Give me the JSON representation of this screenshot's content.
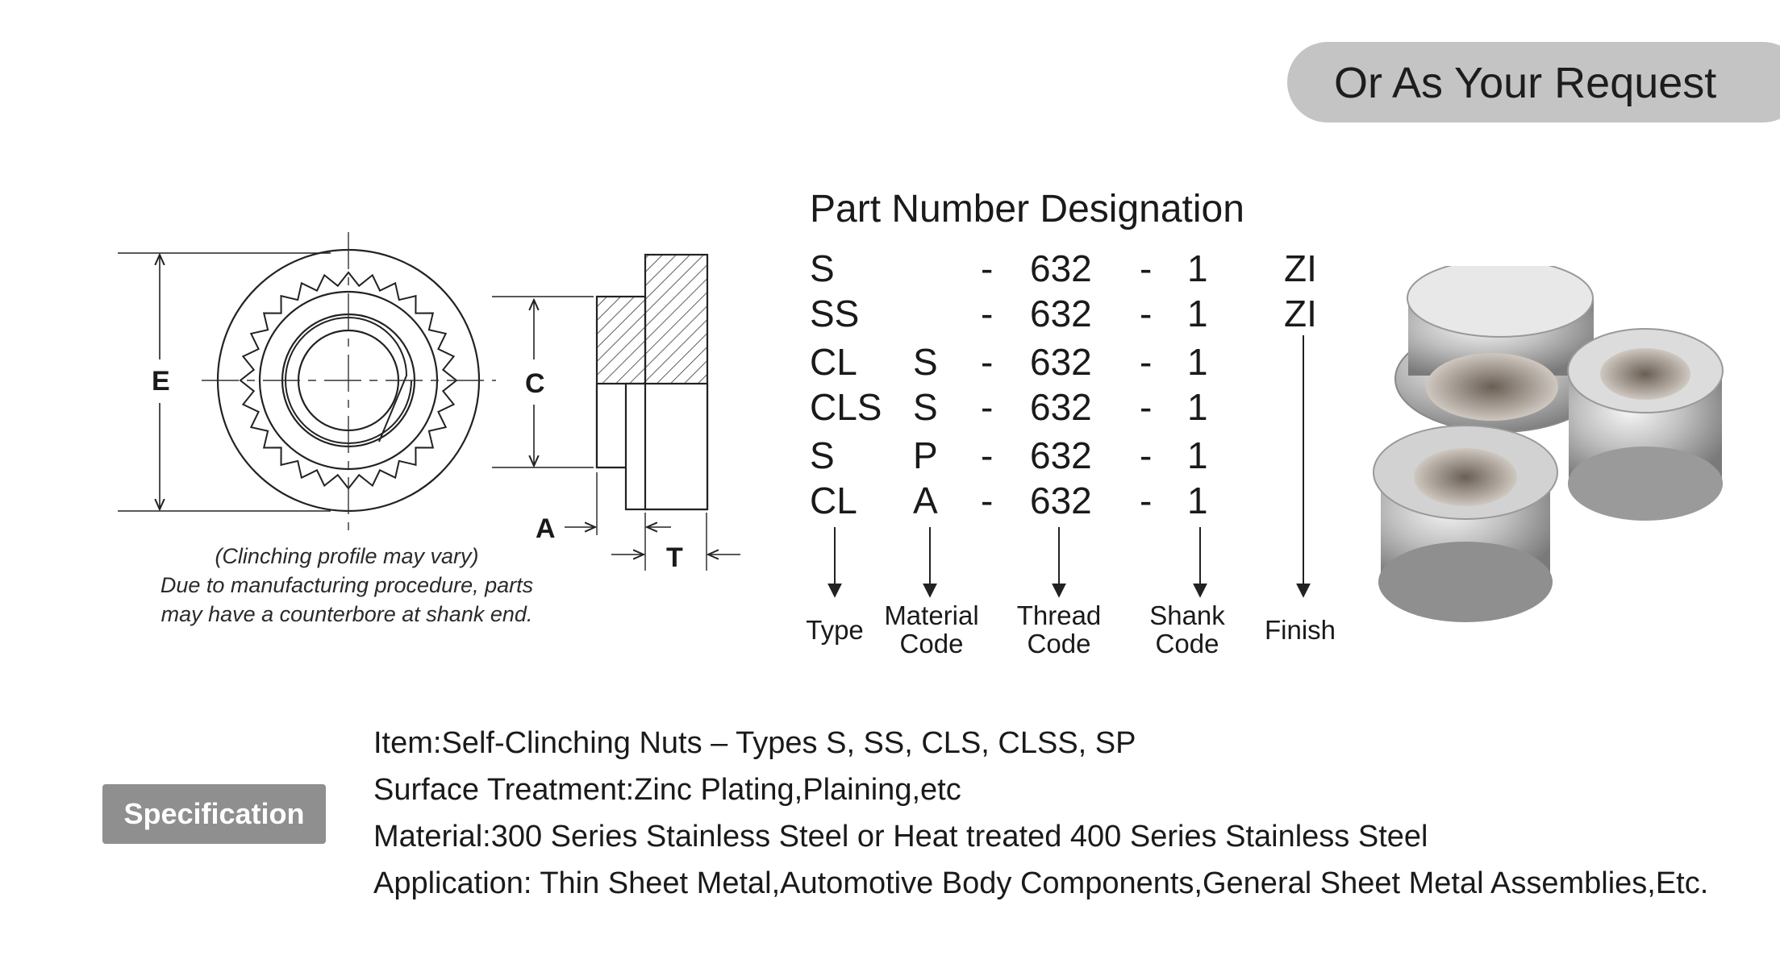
{
  "header": {
    "request_label": "Or As Your Request"
  },
  "drawing": {
    "dimension_labels": {
      "e": "E",
      "c": "C",
      "a": "A",
      "t": "T"
    },
    "note_lines": [
      "(Clinching profile may vary)",
      "Due to manufacturing procedure, parts",
      "may have a counterbore at shank end."
    ]
  },
  "part_number": {
    "title": "Part Number Designation",
    "rows": [
      {
        "type": "S",
        "material": "",
        "sep1": "-",
        "thread": "632",
        "sep2": "-",
        "shank": "1",
        "finish": "ZI"
      },
      {
        "type": "SS",
        "material": "",
        "sep1": "-",
        "thread": "632",
        "sep2": "-",
        "shank": "1",
        "finish": "ZI"
      },
      {
        "type": "CL",
        "material": "S",
        "sep1": "-",
        "thread": "632",
        "sep2": "-",
        "shank": "1",
        "finish": ""
      },
      {
        "type": "CLS",
        "material": "S",
        "sep1": "-",
        "thread": "632",
        "sep2": "-",
        "shank": "1",
        "finish": ""
      },
      {
        "type": "S",
        "material": "P",
        "sep1": "-",
        "thread": "632",
        "sep2": "-",
        "shank": "1",
        "finish": ""
      },
      {
        "type": "CL",
        "material": "A",
        "sep1": "-",
        "thread": "632",
        "sep2": "-",
        "shank": "1",
        "finish": ""
      }
    ],
    "column_labels": {
      "type": "Type",
      "material": "Material\nCode",
      "thread": "Thread\nCode",
      "shank": "Shank\nCode",
      "finish": "Finish"
    }
  },
  "specification": {
    "badge": "Specification",
    "lines": [
      "Item:Self-Clinching Nuts – Types S, SS, CLS, CLSS, SP",
      "Surface Treatment:Zinc Plating,Plaining,etc",
      "Material:300 Series Stainless Steel or Heat treated 400 Series Stainless Steel",
      "Application: Thin Sheet Metal,Automotive Body Components,General Sheet Metal Assemblies,Etc."
    ]
  },
  "colors": {
    "pill": "#c4c4c4",
    "badge": "#8f8f8f",
    "text": "#1a1a1a"
  }
}
